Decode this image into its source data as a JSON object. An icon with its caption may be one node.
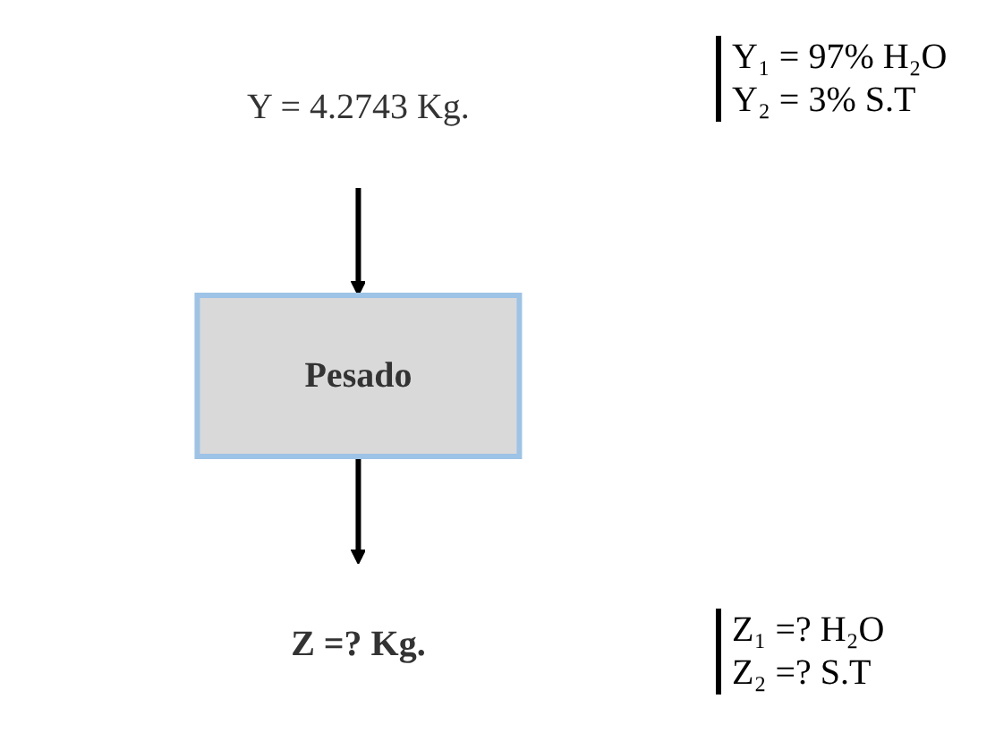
{
  "diagram": {
    "nodes": [
      {
        "text": [
          "Y = 4.2743 Kg."
        ]
      },
      {
        "text": [
          "Pesado"
        ]
      },
      {
        "text": [
          "Z =? Kg."
        ]
      }
    ],
    "edges": [
      {
        "from": 0,
        "to": 1,
        "arrow": "to"
      },
      {
        "from": 1,
        "to": 2,
        "arrow": "to"
      }
    ],
    "labels": [
      "Y₁ = 97% H₂O",
      "Y₂ = 3% S.T",
      "Z₁ =? H₂O",
      "Z₂ =? S.T"
    ]
  }
}
